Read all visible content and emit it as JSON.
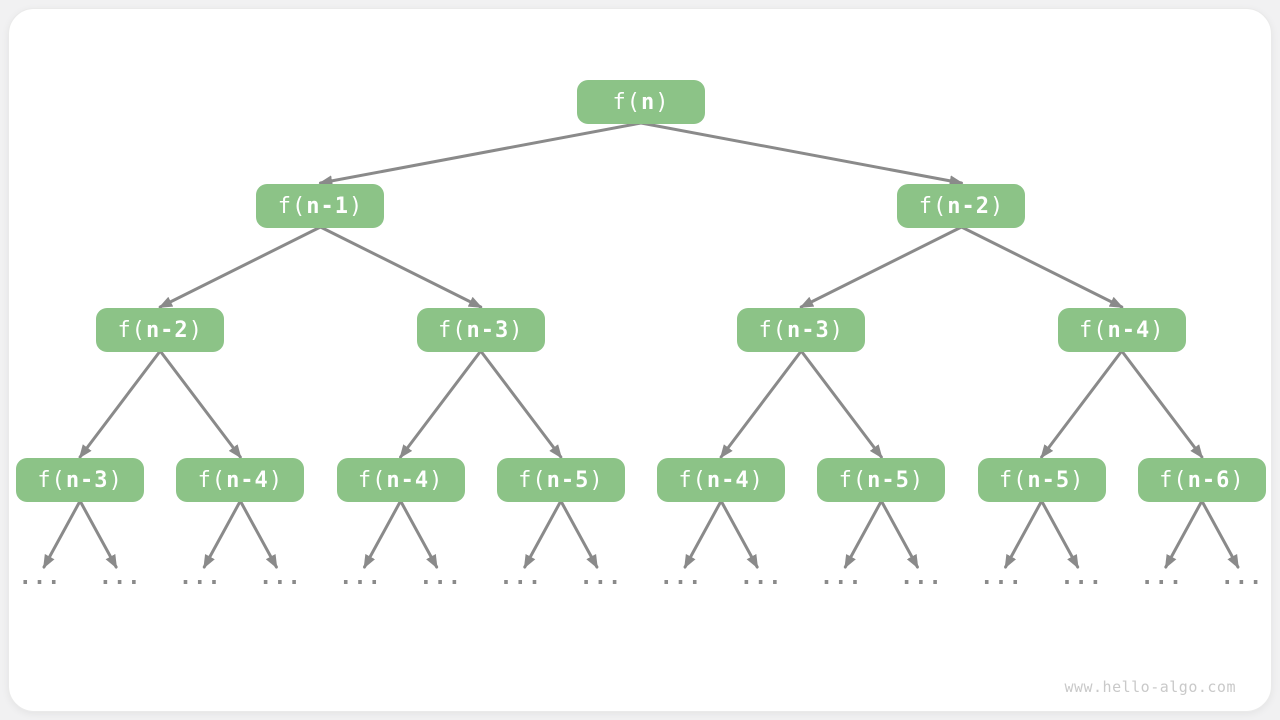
{
  "style": {
    "page_bg": "#F1F1F2",
    "panel_bg": "#FFFFFF",
    "panel_border": "#EAEAEA",
    "node_fill": "#8CC387",
    "node_text": "#FFFFFF",
    "arrow": "#8A8A8A",
    "dots": "#8A8A8A",
    "watermark_color": "#C9C9C9"
  },
  "watermark": {
    "text": "www.hello-algo.com"
  },
  "leaf": {
    "symbol": "..."
  },
  "tree": {
    "label": {
      "prefix": "f(",
      "var": "n",
      "suffix": ")"
    },
    "children": [
      {
        "label": {
          "prefix": "f(",
          "var": "n-1",
          "suffix": ")"
        },
        "children": [
          {
            "label": {
              "prefix": "f(",
              "var": "n-2",
              "suffix": ")"
            },
            "children": [
              {
                "label": {
                  "prefix": "f(",
                  "var": "n-3",
                  "suffix": ")"
                },
                "children": [
                  {
                    "type": "ellipsis"
                  },
                  {
                    "type": "ellipsis"
                  }
                ]
              },
              {
                "label": {
                  "prefix": "f(",
                  "var": "n-4",
                  "suffix": ")"
                },
                "children": [
                  {
                    "type": "ellipsis"
                  },
                  {
                    "type": "ellipsis"
                  }
                ]
              }
            ]
          },
          {
            "label": {
              "prefix": "f(",
              "var": "n-3",
              "suffix": ")"
            },
            "children": [
              {
                "label": {
                  "prefix": "f(",
                  "var": "n-4",
                  "suffix": ")"
                },
                "children": [
                  {
                    "type": "ellipsis"
                  },
                  {
                    "type": "ellipsis"
                  }
                ]
              },
              {
                "label": {
                  "prefix": "f(",
                  "var": "n-5",
                  "suffix": ")"
                },
                "children": [
                  {
                    "type": "ellipsis"
                  },
                  {
                    "type": "ellipsis"
                  }
                ]
              }
            ]
          }
        ]
      },
      {
        "label": {
          "prefix": "f(",
          "var": "n-2",
          "suffix": ")"
        },
        "children": [
          {
            "label": {
              "prefix": "f(",
              "var": "n-3",
              "suffix": ")"
            },
            "children": [
              {
                "label": {
                  "prefix": "f(",
                  "var": "n-4",
                  "suffix": ")"
                },
                "children": [
                  {
                    "type": "ellipsis"
                  },
                  {
                    "type": "ellipsis"
                  }
                ]
              },
              {
                "label": {
                  "prefix": "f(",
                  "var": "n-5",
                  "suffix": ")"
                },
                "children": [
                  {
                    "type": "ellipsis"
                  },
                  {
                    "type": "ellipsis"
                  }
                ]
              }
            ]
          },
          {
            "label": {
              "prefix": "f(",
              "var": "n-4",
              "suffix": ")"
            },
            "children": [
              {
                "label": {
                  "prefix": "f(",
                  "var": "n-5",
                  "suffix": ")"
                },
                "children": [
                  {
                    "type": "ellipsis"
                  },
                  {
                    "type": "ellipsis"
                  }
                ]
              },
              {
                "label": {
                  "prefix": "f(",
                  "var": "n-6",
                  "suffix": ")"
                },
                "children": [
                  {
                    "type": "ellipsis"
                  },
                  {
                    "type": "ellipsis"
                  }
                ]
              }
            ]
          }
        ]
      }
    ]
  }
}
